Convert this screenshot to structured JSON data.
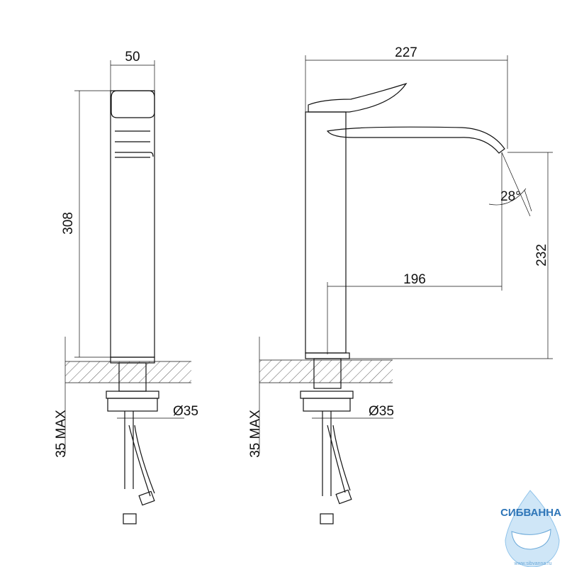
{
  "front_view": {
    "width_label": "50",
    "height_label": "308",
    "hole_label": "Ø35",
    "max_label": "35 MAX"
  },
  "side_view": {
    "width_label": "227",
    "reach_label": "196",
    "height_label": "232",
    "angle_label": "28°",
    "hole_label": "Ø35",
    "max_label": "35 MAX"
  },
  "logo": {
    "name": "СИБВАННА",
    "url": "www.sibvanna.ru",
    "colors": {
      "text": "#2f76b8",
      "drop": "#8fc3ea"
    }
  }
}
